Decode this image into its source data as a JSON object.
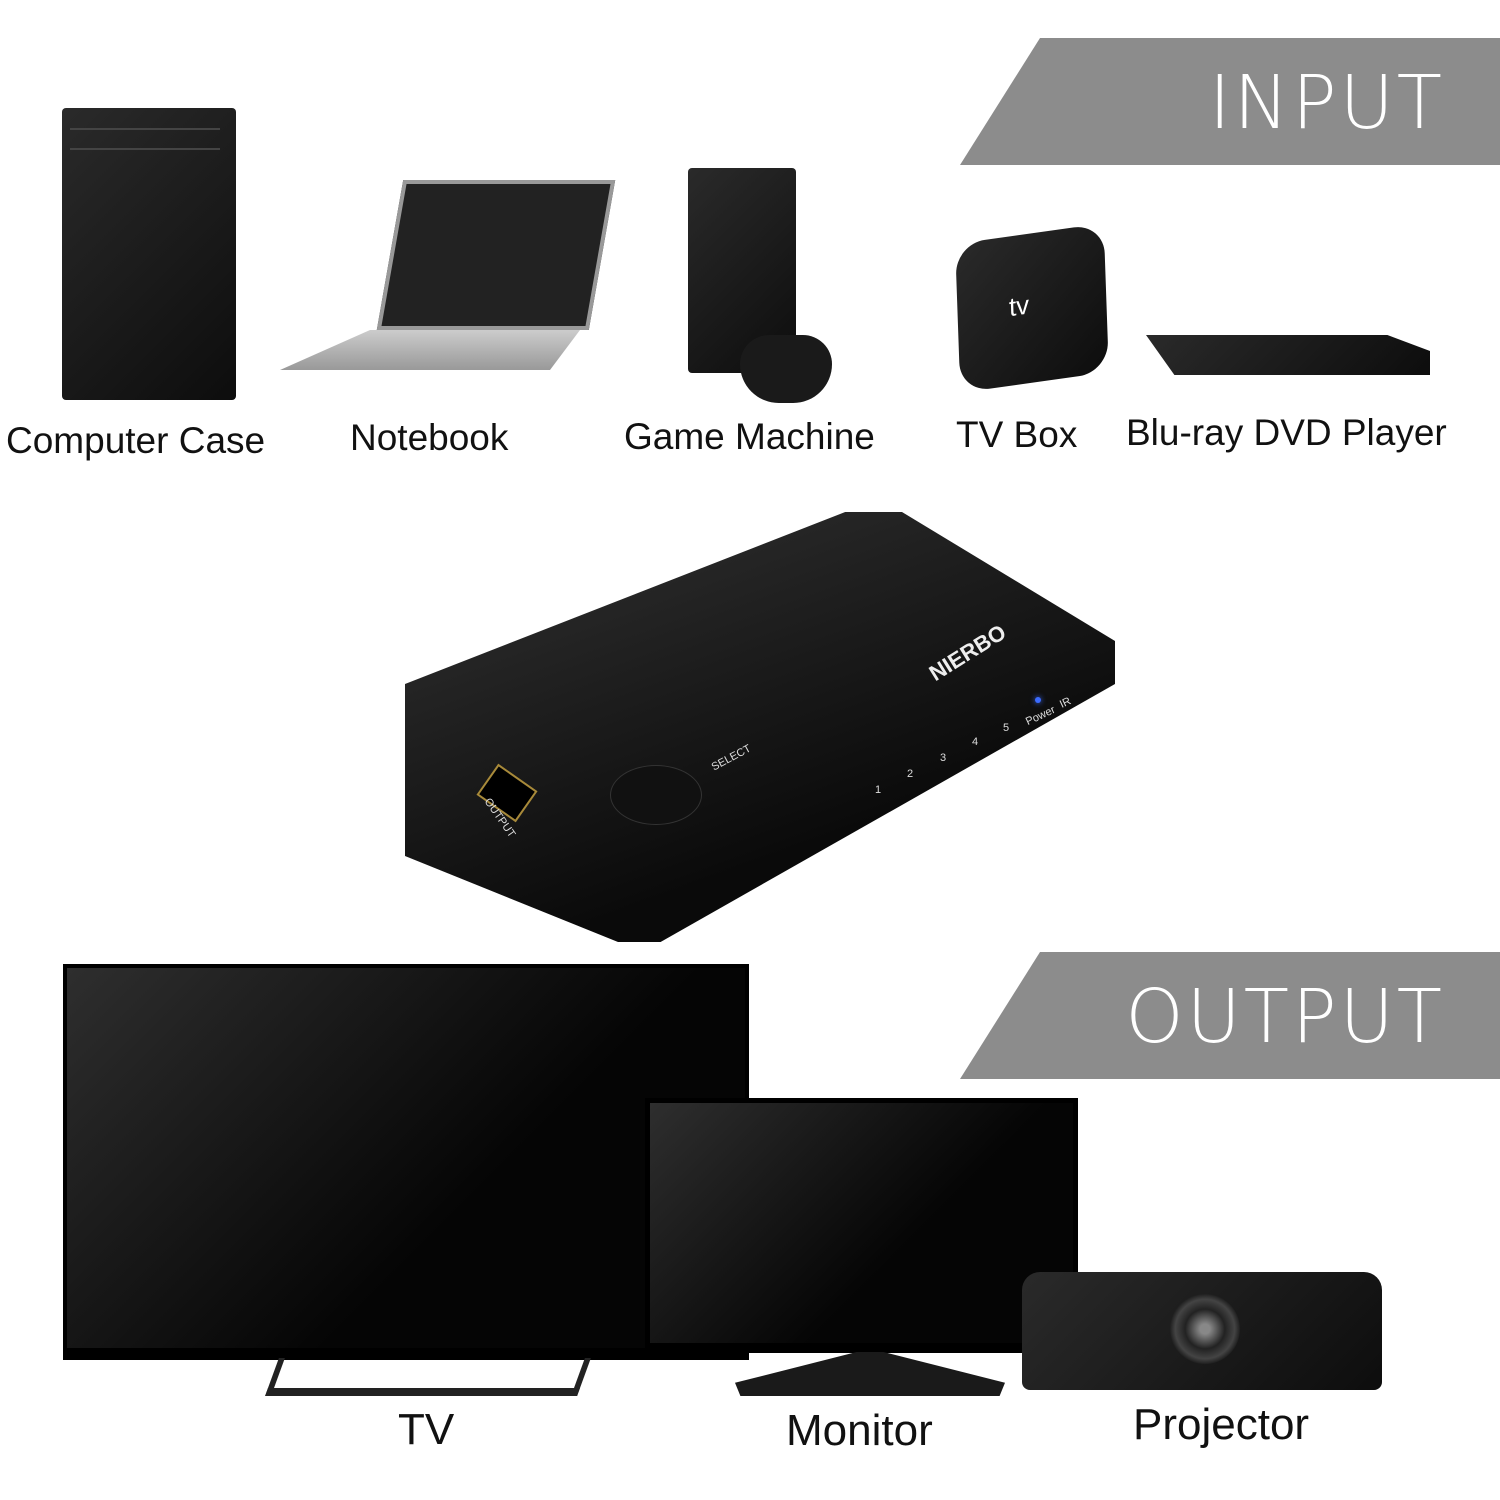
{
  "input_banner": "INPUT",
  "output_banner": "OUTPUT",
  "inputs": [
    {
      "label": "Computer Case",
      "icon": "computer-case"
    },
    {
      "label": "Notebook",
      "icon": "laptop"
    },
    {
      "label": "Game Machine",
      "icon": "game-console"
    },
    {
      "label": "TV Box",
      "icon": "tv-box"
    },
    {
      "label": "Blu-ray DVD Player",
      "icon": "bluray-player"
    }
  ],
  "switch": {
    "brand": "NIERBO",
    "select_label": "SELECT",
    "output_port_label": "OUTPUT",
    "ports": [
      "1",
      "2",
      "3",
      "4",
      "5"
    ],
    "power_label": "Power",
    "ir_label": "IR",
    "power_led_color": "#3b6bff"
  },
  "outputs": [
    {
      "label": "TV",
      "icon": "tv"
    },
    {
      "label": "Monitor",
      "icon": "monitor"
    },
    {
      "label": "Projector",
      "icon": "projector"
    }
  ],
  "colors": {
    "banner": "#8c8c8c",
    "device": "#111111"
  }
}
